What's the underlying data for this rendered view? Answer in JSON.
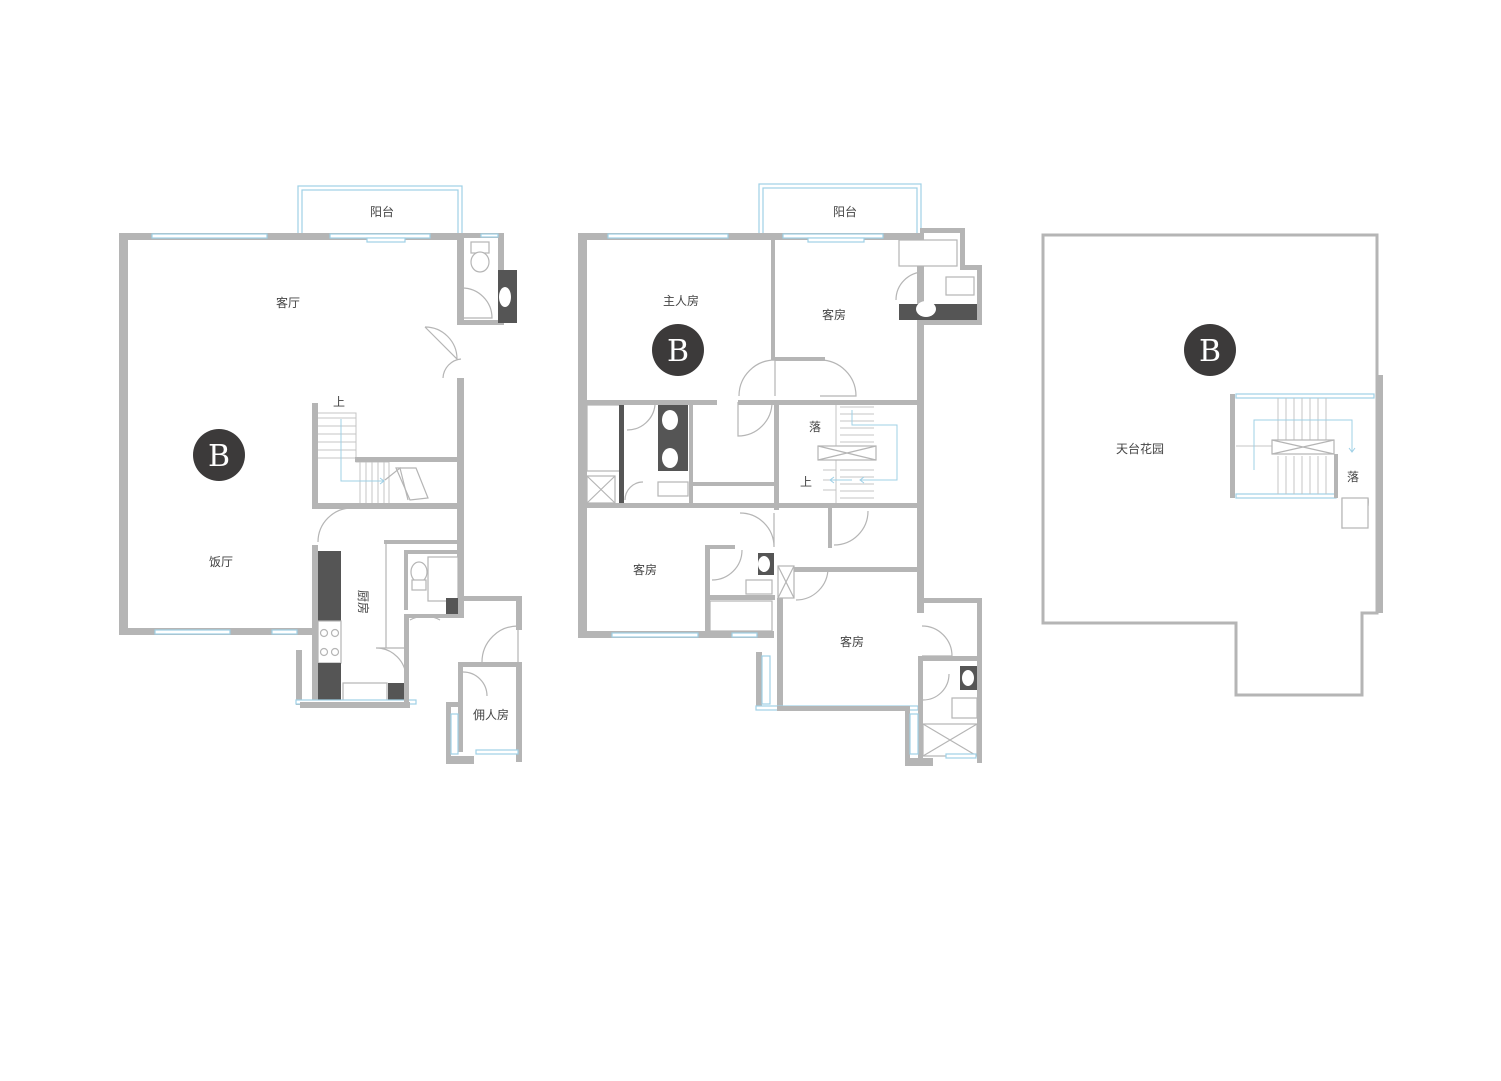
{
  "plans": [
    {
      "badge": "B",
      "rooms": {
        "balcony": "阳台",
        "living": "客厅",
        "dining": "饭厅",
        "kitchen": "厨房",
        "maid": "佣人房"
      },
      "stair_up": "上"
    },
    {
      "badge": "B",
      "rooms": {
        "balcony": "阳台",
        "master": "主人房",
        "guest1": "客房",
        "guest2": "客房",
        "guest3": "客房"
      },
      "stair_down": "落",
      "stair_up": "上"
    },
    {
      "badge": "B",
      "rooms": {
        "roof_garden": "天台花园"
      },
      "stair_down": "落"
    }
  ]
}
